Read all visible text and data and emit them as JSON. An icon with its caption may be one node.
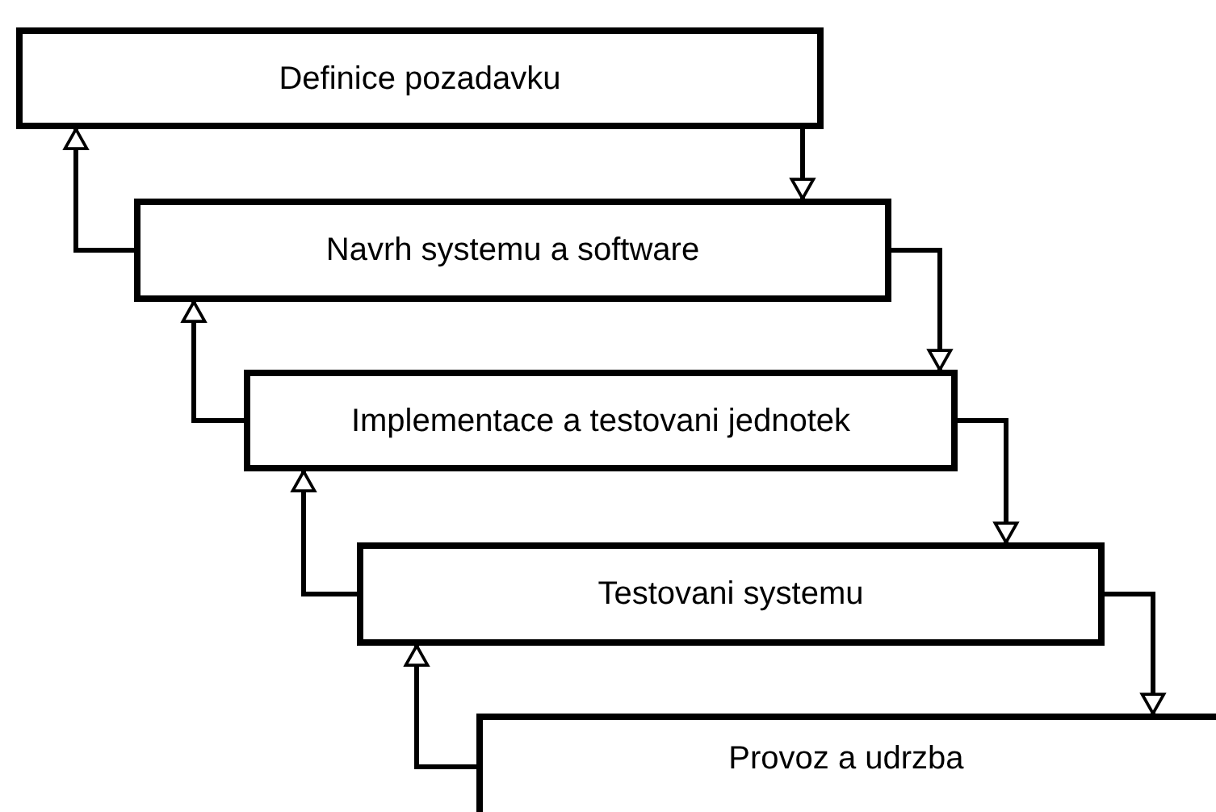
{
  "diagram": {
    "nodes": [
      {
        "text": [
          "Definice pozadavku"
        ]
      },
      {
        "text": [
          "Navrh systemu a software"
        ]
      },
      {
        "text": [
          "Implementace a testovani jednotek"
        ]
      },
      {
        "text": [
          "Testovani systemu"
        ]
      },
      {
        "text": [
          "Provoz a udrzba"
        ]
      }
    ],
    "edges": [
      {
        "from": 0,
        "to": 1,
        "arrow": "to"
      },
      {
        "from": 1,
        "to": 2,
        "arrow": "to"
      },
      {
        "from": 2,
        "to": 3,
        "arrow": "to"
      },
      {
        "from": 3,
        "to": 4,
        "arrow": "to"
      },
      {
        "from": 1,
        "to": 0,
        "arrow": "to"
      },
      {
        "from": 2,
        "to": 1,
        "arrow": "to"
      },
      {
        "from": 3,
        "to": 2,
        "arrow": "to"
      },
      {
        "from": 4,
        "to": 3,
        "arrow": "to"
      }
    ]
  }
}
